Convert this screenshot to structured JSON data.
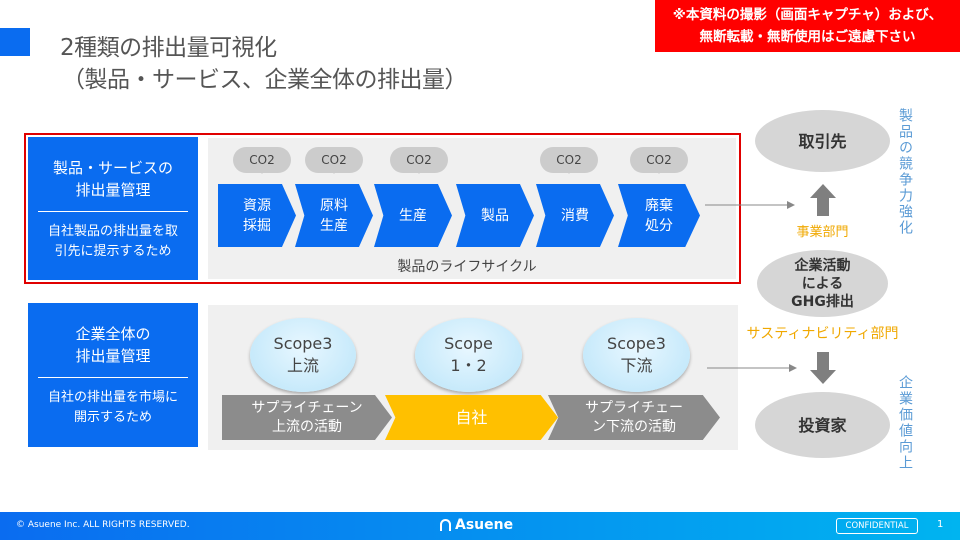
{
  "title": {
    "line1": "2種類の排出量可視化",
    "line2": "（製品・サービス、企業全体の排出量）"
  },
  "notice": {
    "line1": "※本資料の撮影（画面キャプチャ）および、",
    "line2": "無断転載・無断使用はご遠慮下さい"
  },
  "product": {
    "heading1": "製品・サービスの",
    "heading2": "排出量管理",
    "desc1": "自社製品の排出量を取",
    "desc2": "引先に提示するため",
    "bubble": "CO2",
    "steps": [
      {
        "l1": "資源",
        "l2": "採掘"
      },
      {
        "l1": "原料",
        "l2": "生産"
      },
      {
        "l1": "生産",
        "l2": ""
      },
      {
        "l1": "製品",
        "l2": ""
      },
      {
        "l1": "消費",
        "l2": ""
      },
      {
        "l1": "廃棄",
        "l2": "処分"
      }
    ],
    "lifecycle": "製品のライフサイクル"
  },
  "corporate": {
    "heading1": "企業全体の",
    "heading2": "排出量管理",
    "desc1": "自社の排出量を市場に",
    "desc2": "開示するため",
    "scopes": [
      {
        "l1": "Scope3",
        "l2": "上流"
      },
      {
        "l1": "Scope",
        "l2": "1・2"
      },
      {
        "l1": "Scope3",
        "l2": "下流"
      }
    ],
    "chain": [
      {
        "l1": "サプライチェーン",
        "l2": "上流の活動"
      },
      {
        "l1": "自社",
        "l2": ""
      },
      {
        "l1": "サプライチェー",
        "l2": "ン下流の活動"
      }
    ]
  },
  "right": {
    "partner": "取引先",
    "business_dept": "事業部門",
    "activity1": "企業活動",
    "activity2": "による",
    "activity3": "GHG排出",
    "sustain_dept": "サスティナビリティ部門",
    "investor": "投資家",
    "vert1": "製品の競争力強化",
    "vert2": "企業価値向上"
  },
  "footer": {
    "copyright": "© Asuene Inc. ALL RIGHTS RESERVED.",
    "logo": "Asuene",
    "confidential": "CONFIDENTIAL",
    "page": "1"
  },
  "colors": {
    "blue": "#0a6cf0",
    "red": "#ff0000",
    "yellow": "#ffc000",
    "orange": "#f0a800"
  }
}
